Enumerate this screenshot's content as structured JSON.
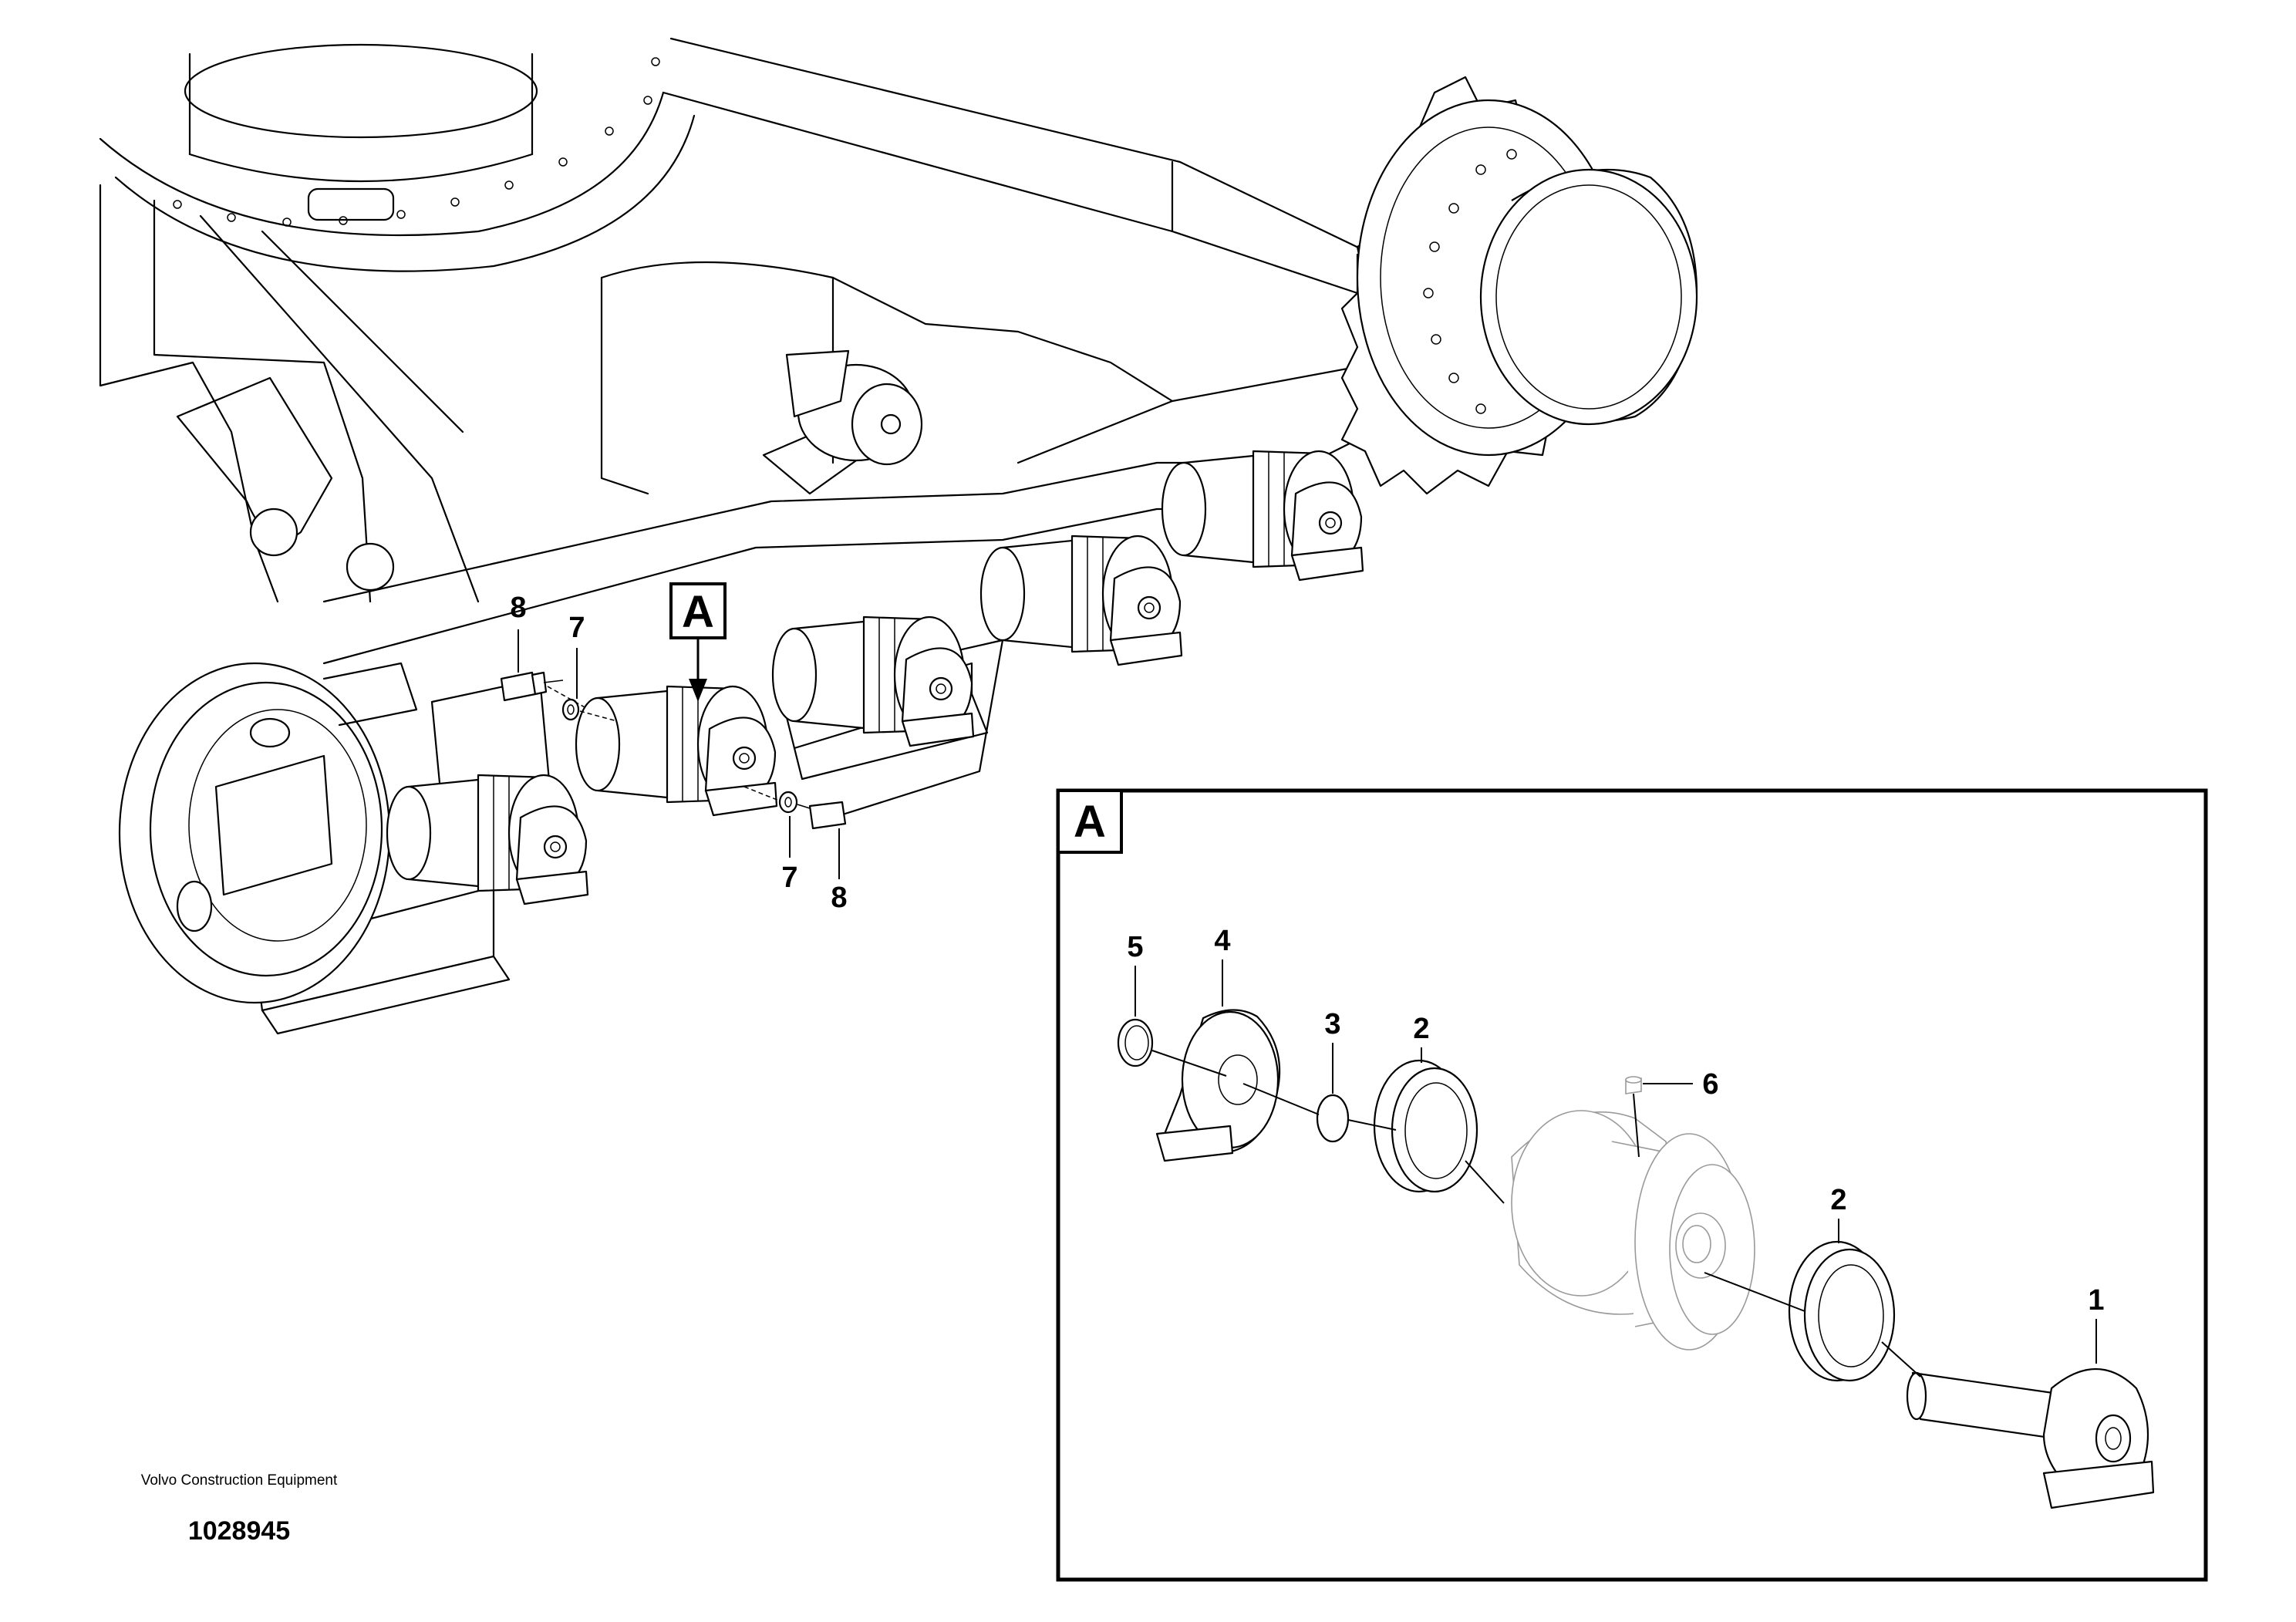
{
  "labels": {
    "view_a": "A",
    "overview_callouts": [
      "8",
      "7",
      "7",
      "8"
    ],
    "detail_callouts": {
      "item1": "1",
      "item2_left": "2",
      "item2_right": "2",
      "item3": "3",
      "item4": "4",
      "item5": "5",
      "item6": "6"
    }
  },
  "footer": {
    "manufacturer": "Volvo Construction Equipment",
    "document_number": "1028945"
  }
}
